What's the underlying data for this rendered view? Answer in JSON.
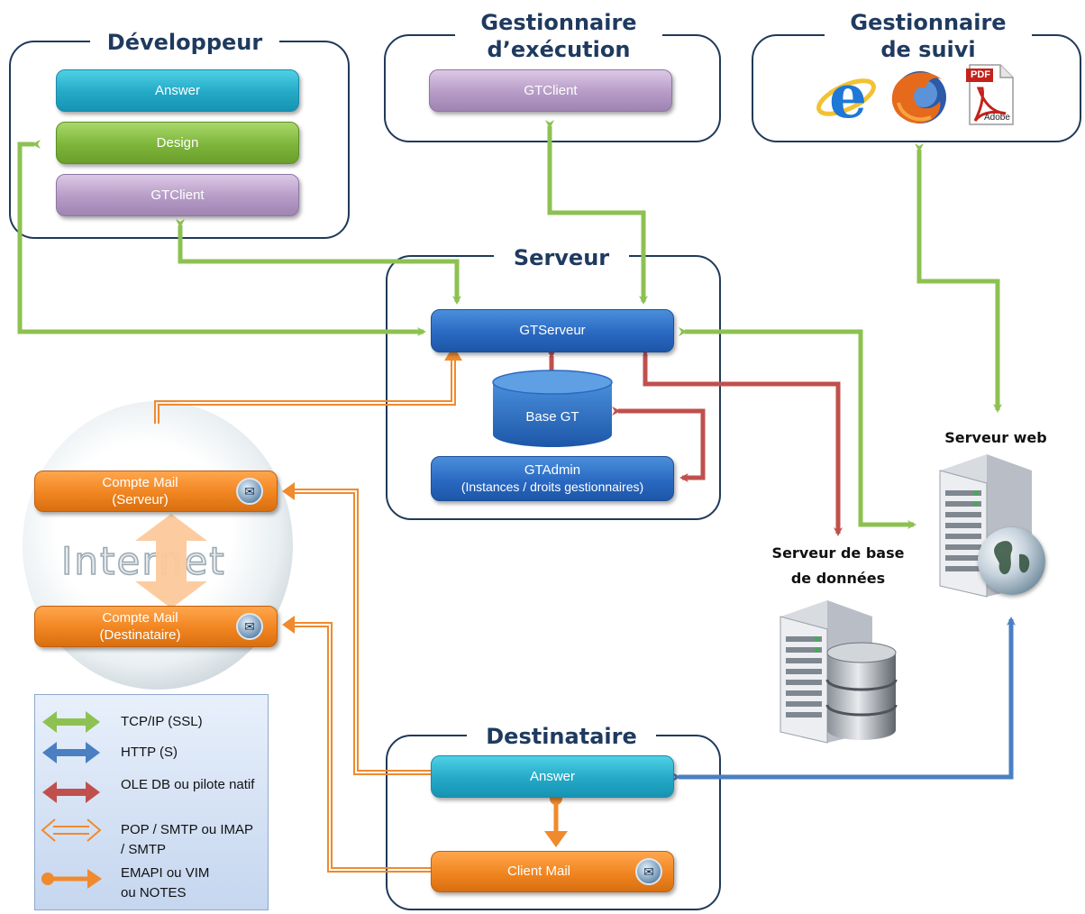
{
  "groups": {
    "developpeur": "Développeur",
    "gest_exec_1": "Gestionnaire",
    "gest_exec_2": "d’exécution",
    "gest_suivi_1": "Gestionnaire",
    "gest_suivi_2": "de suivi",
    "serveur": "Serveur",
    "destinataire": "Destinataire"
  },
  "components": {
    "dev_answer": "Answer",
    "dev_design": "Design",
    "dev_gtclient": "GTClient",
    "exec_gtclient": "GTClient",
    "gtserveur": "GTServeur",
    "base_gt": "Base GT",
    "gtadmin": "GTAdmin",
    "gtadmin_sub": "(Instances / droits gestionnaires)",
    "mail_serveur_1": "Compte Mail",
    "mail_serveur_2": "(Serveur)",
    "mail_dest_1": "Compte Mail",
    "mail_dest_2": "(Destinataire)",
    "dest_answer": "Answer",
    "client_mail": "Client Mail"
  },
  "labels": {
    "serveur_web": "Serveur web",
    "serveur_bd_1": "Serveur de base",
    "serveur_bd_2": "de données",
    "internet": "Internet",
    "pdf": "PDF",
    "adobe": "Adobe"
  },
  "legend": {
    "items": [
      {
        "text": "TCP/IP (SSL)",
        "color": "#8dc152"
      },
      {
        "text": "HTTP (S)",
        "color": "#4a7fc1"
      },
      {
        "text": "OLE DB ou pilote natif",
        "color": "#c0504d"
      },
      {
        "text": "POP / SMTP ou IMAP / SMTP",
        "color": "#f08a2e"
      },
      {
        "text": "EMAPI ou VIM ou NOTES",
        "color": "#f08a2e"
      }
    ]
  },
  "colors": {
    "tcp": "#8dc152",
    "http": "#4a7fc1",
    "oledb": "#c0504d",
    "pop": "#f08a2e",
    "emapi": "#f08a2e"
  },
  "icons": [
    "internet-explorer-icon",
    "firefox-icon",
    "pdf-icon",
    "mail-icon",
    "server-icon",
    "database-icon",
    "globe-icon"
  ]
}
